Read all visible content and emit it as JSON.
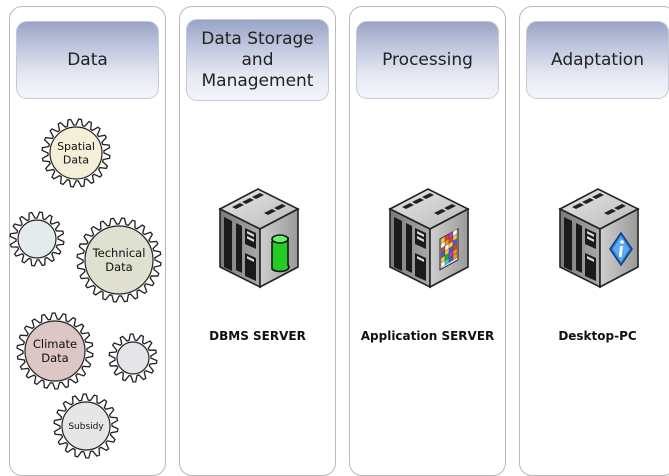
{
  "columns": [
    {
      "title": "Data"
    },
    {
      "title": "Data Storage\nand\nManagement",
      "server_label": "DBMS SERVER",
      "icon": "database-icon"
    },
    {
      "title": "Processing",
      "server_label": "Application SERVER",
      "icon": "color-grid-icon"
    },
    {
      "title": "Adaptation",
      "server_label": "Desktop-PC",
      "icon": "info-icon"
    }
  ],
  "gears": [
    {
      "label": "Spatial Data",
      "fill": "#f4efd9"
    },
    {
      "label": "",
      "fill": "#e3ebec"
    },
    {
      "label": "Technical Data",
      "fill": "#dfe0d0"
    },
    {
      "label": "Climate Data",
      "fill": "#dcc6c6"
    },
    {
      "label": "",
      "fill": "#e4e4e9"
    },
    {
      "label": "Subsidy",
      "fill": "#e6e6e6"
    }
  ],
  "colors": {
    "header_top": "#9aa3c6",
    "db_green": "#22cc22",
    "info_blue": "#2f7fd6"
  }
}
